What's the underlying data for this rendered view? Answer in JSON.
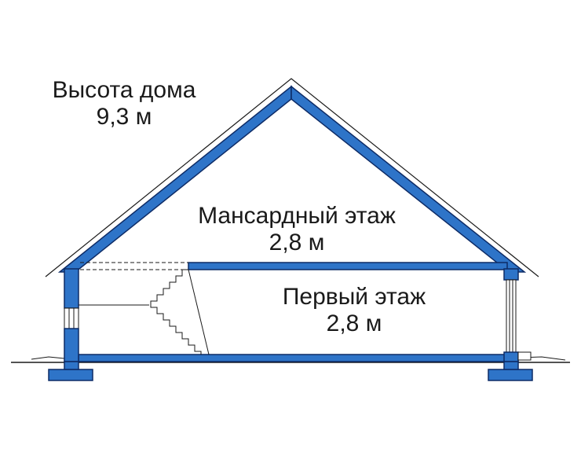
{
  "labels": {
    "house_height": {
      "title": "Высота дома",
      "value": "9,3 м"
    },
    "attic_floor": {
      "title": "Мансардный этаж",
      "value": "2,8 м"
    },
    "first_floor": {
      "title": "Первый этаж",
      "value": "2,8 м"
    }
  },
  "colors": {
    "structure_fill": "#2e74c8",
    "structure_outline": "#0d2b66",
    "line": "#1a1a1a"
  }
}
